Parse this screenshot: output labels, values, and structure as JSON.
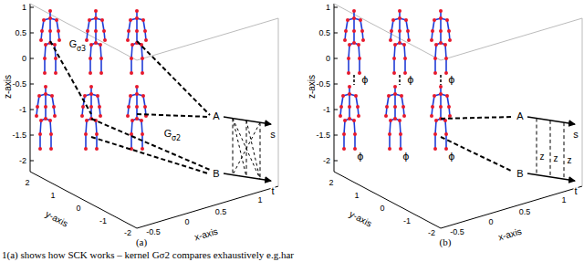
{
  "diagram": {
    "caption": "1(a) shows how SCK works – kernel Gσ2 compares exhaustively e.g.har",
    "labels": [
      "1",
      "0.5",
      "0",
      "-0.5",
      "-1",
      "-1.5",
      "-2",
      "z-axis",
      "2",
      "1",
      "0",
      "-1",
      "-2",
      "y-axis",
      "-0.5",
      "0",
      "0.5",
      "1",
      "x-axis",
      "G",
      "σ3",
      "G",
      "σ2",
      "A",
      "s",
      "B",
      "t",
      "(a)",
      "1",
      "0.5",
      "0",
      "-0.5",
      "-1",
      "-1.5",
      "-2",
      "z-axis",
      "2",
      "1",
      "0",
      "-1",
      "-2",
      "y-axis",
      "-0.5",
      "0",
      "0.5",
      "1",
      "x-axis",
      "A",
      "s",
      "B",
      "t",
      "ϕ",
      "ϕ",
      "ϕ",
      "ϕ",
      "ϕ",
      "ϕ",
      "z",
      "z",
      "z",
      "(b)"
    ]
  }
}
